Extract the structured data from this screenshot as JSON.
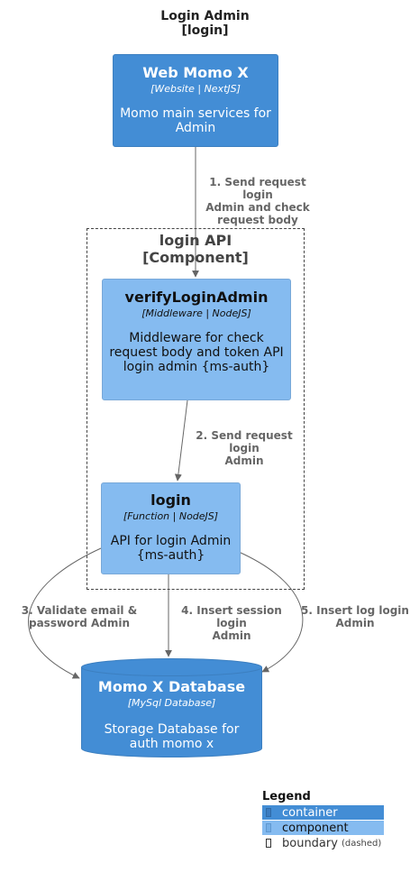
{
  "title": {
    "line1": "Login Admin",
    "line2": "[login]"
  },
  "nodes": {
    "web": {
      "name": "Web Momo X",
      "tech": "[Website | NextJS]",
      "desc": "Momo main services for Admin"
    },
    "verify": {
      "name": "verifyLoginAdmin",
      "tech": "[Middleware | NodeJS]",
      "desc": "Middleware for check request body and token API login admin {ms-auth}"
    },
    "login": {
      "name": "login",
      "tech": "[Function | NodeJS]",
      "desc": "API for login Admin {ms-auth}"
    },
    "database": {
      "name": "Momo X Database",
      "tech": "[MySql Database]",
      "desc": "Storage Database for auth momo x"
    }
  },
  "boundary": {
    "line1": "login API",
    "line2": "[Component]"
  },
  "edges": {
    "e1": {
      "line1": "1. Send request login",
      "line2": "Admin and check",
      "line3": "request body"
    },
    "e2": {
      "line1": "2. Send request login",
      "line2": "Admin"
    },
    "e3": {
      "line1": "3. Validate email &",
      "line2": "password Admin"
    },
    "e4": {
      "line1": "4. Insert session login",
      "line2": "Admin"
    },
    "e5": {
      "line1": "5. Insert log login",
      "line2": "Admin"
    }
  },
  "legend": {
    "title": "Legend",
    "container": "container",
    "component": "component",
    "boundary": "boundary",
    "boundary_note": "(dashed)"
  },
  "colors": {
    "container": "#438dd5",
    "component": "#85bbf0",
    "edge": "#666666"
  }
}
